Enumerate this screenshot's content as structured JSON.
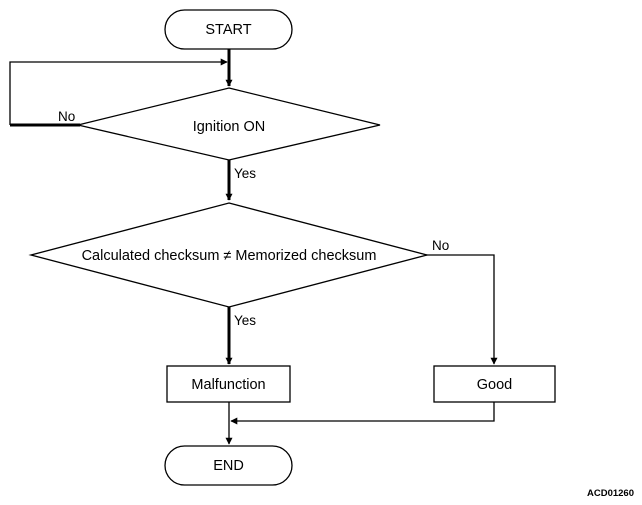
{
  "nodes": {
    "start": "START",
    "ignition_decision": "Ignition ON",
    "checksum_decision": "Calculated checksum ≠ Memorized checksum",
    "malfunction": "Malfunction",
    "good": "Good",
    "end": "END"
  },
  "branch_labels": {
    "ignition_no": "No",
    "ignition_yes": "Yes",
    "checksum_no": "No",
    "checksum_yes": "Yes"
  },
  "figure_code": "ACD01260"
}
